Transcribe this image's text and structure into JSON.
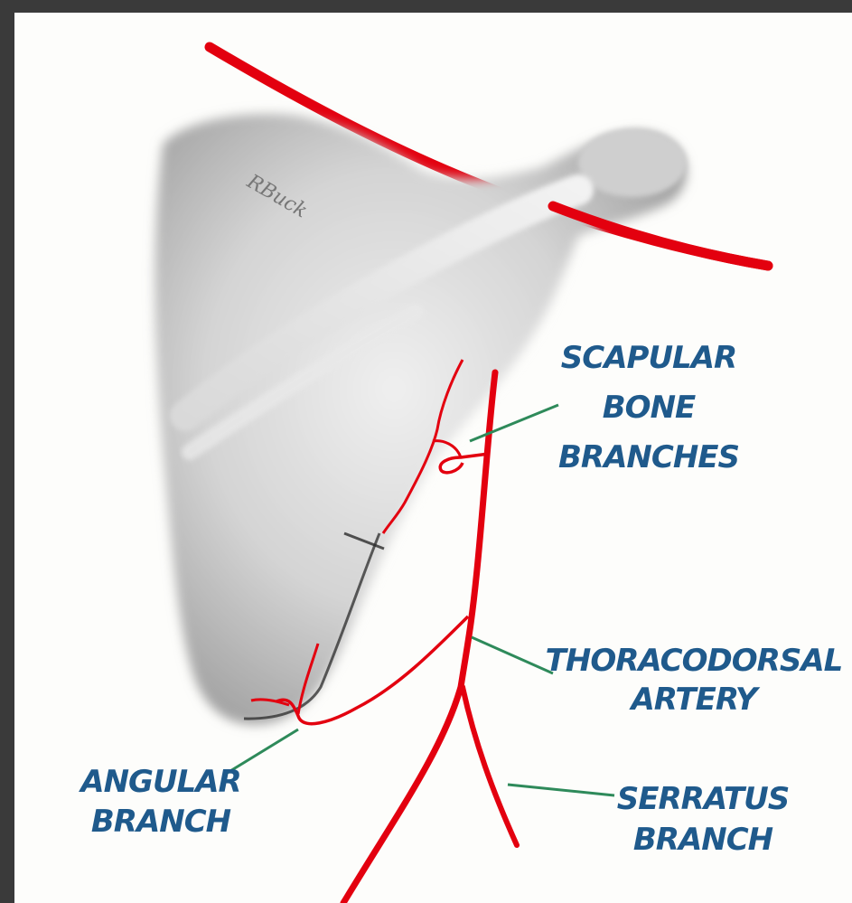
{
  "diagram": {
    "signature": "RBuck",
    "labels": {
      "scapular": [
        "SCAPULAR",
        "BONE",
        "BRANCHES"
      ],
      "thoracodorsal": [
        "THORACODORSAL",
        "ARTERY"
      ],
      "angular": [
        "ANGULAR",
        "BRANCH"
      ],
      "serratus": [
        "SERRATUS",
        "BRANCH"
      ]
    },
    "colors": {
      "artery": "#e3000f",
      "bone": "#bdbdbd",
      "label": "#1f5a8c",
      "leader": "#2e8a5a",
      "frame": "#3a3a3a"
    }
  }
}
